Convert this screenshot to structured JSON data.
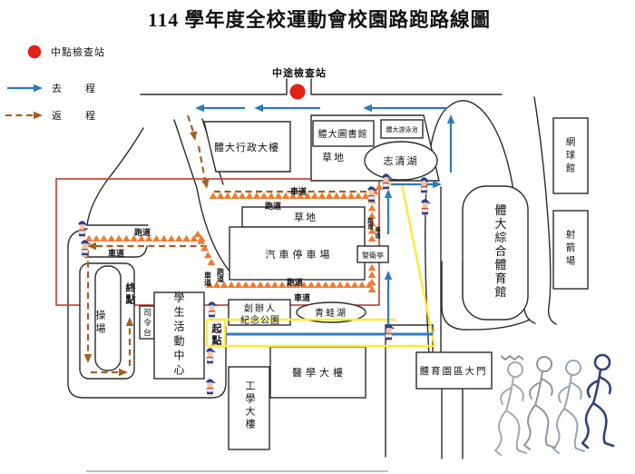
{
  "title": "114 學年度全校運動會校園路跑路線圖",
  "legend": {
    "checkpoint_label": "中點檢查站",
    "outbound_label": "去程",
    "return_label": "返程"
  },
  "checkpoint": {
    "mid_label": "中途檢查站"
  },
  "markers": {
    "start": "起點",
    "finish": "終點"
  },
  "road_labels": {
    "running_lane": "跑道",
    "car_lane": "車道"
  },
  "places": {
    "admin": "體大行政大樓",
    "library": "體大圖書館",
    "pool": "體大游泳池",
    "lake": "志清湖",
    "grass": "草地",
    "parking": "汽車停車場",
    "guard": "警衛亭",
    "gym": "體大綜合體育館",
    "tennis": "網球館",
    "archery": "射箭場",
    "frog_lake": "青蛙湖",
    "founders_line1": "創辦人",
    "founders_line2": "紀念公園",
    "student_center": "學生活動中心",
    "stage": "司令台",
    "field": "操場",
    "engineering": "工學大樓",
    "medical": "醫學大樓",
    "gate": "體育園區大門"
  },
  "colors": {
    "outbound_blue": "#2E7CB8",
    "return_brown": "#A5601E",
    "checkpoint_red": "#E32119",
    "cone_orange": "#ED7D31",
    "boundary_red": "#C23A30",
    "highlight_yellow": "#FFE83C",
    "start_finish_text": "#D9731A"
  }
}
